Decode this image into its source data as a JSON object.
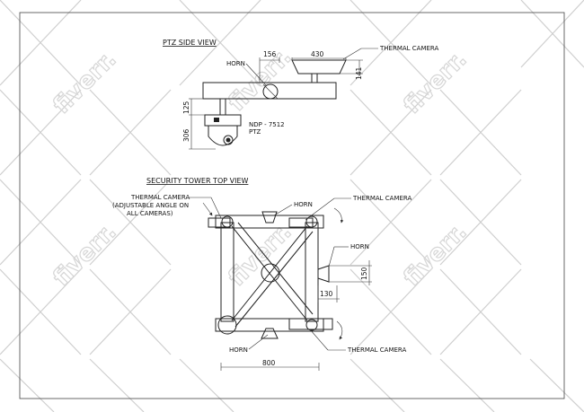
{
  "side_view": {
    "title": "PTZ SIDE VIEW",
    "horn_label": "HORN",
    "thermal_label": "THERMAL CAMERA",
    "device_label_1": "NDP - 7512",
    "device_label_2": "PTZ",
    "dims": {
      "horn_width": "156",
      "thermal_width": "430",
      "thermal_height": "141",
      "arm_height": "125",
      "ptz_height": "306"
    }
  },
  "top_view": {
    "title": "SECURITY TOWER TOP VIEW",
    "thermal_note_1": "THERMAL CAMERA",
    "thermal_note_2": "(ADJUSTABLE ANGLE ON",
    "thermal_note_3": "ALL CAMERAS)",
    "horn_top": "HORN",
    "thermal_top_right": "THERMAL CAMERA",
    "horn_right": "HORN",
    "horn_bottom": "HORN",
    "thermal_bottom_right": "THERMAL CAMERA",
    "dims": {
      "horn_height": "150",
      "horn_width": "130",
      "tower_width": "800"
    }
  },
  "watermark": "fiverr."
}
